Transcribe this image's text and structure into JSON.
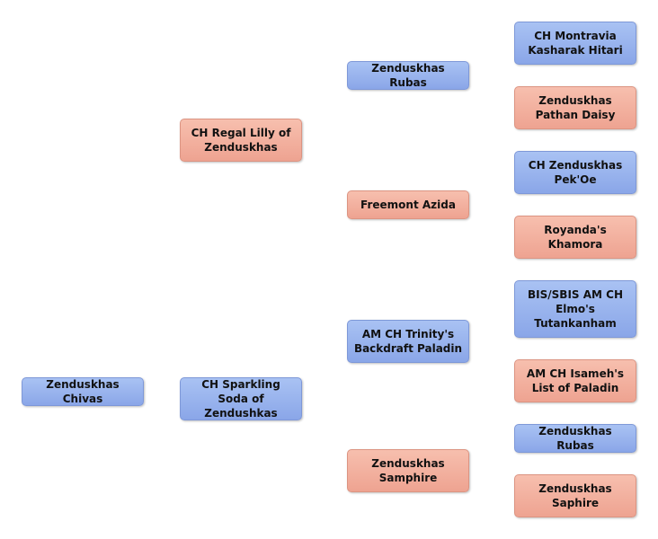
{
  "pedigree": {
    "subject": {
      "name": "Zenduskhas Chivas",
      "sex": "male"
    },
    "dam": {
      "name": "CH Regal Lilly of Zenduskhas",
      "sex": "female"
    },
    "sire": {
      "name": "CH Sparkling Soda of Zendushkas",
      "sex": "male"
    },
    "dam_sire": {
      "name": "Zenduskhas Rubas",
      "sex": "male"
    },
    "dam_dam": {
      "name": "Freemont Azida",
      "sex": "female"
    },
    "sire_sire": {
      "name": "AM CH Trinity's Backdraft Paladin",
      "sex": "male"
    },
    "sire_dam": {
      "name": "Zenduskhas Samphire",
      "sex": "female"
    },
    "ggp": [
      {
        "name": "CH Montravia Kasharak Hitari",
        "sex": "male"
      },
      {
        "name": "Zenduskhas Pathan Daisy",
        "sex": "female"
      },
      {
        "name": "CH Zenduskhas Pek'Oe",
        "sex": "male"
      },
      {
        "name": "Royanda's Khamora",
        "sex": "female"
      },
      {
        "name": "BIS/SBIS AM CH Elmo's Tutankanham",
        "sex": "male"
      },
      {
        "name": "AM CH Isameh's List of Paladin",
        "sex": "female"
      },
      {
        "name": "Zenduskhas Rubas",
        "sex": "male"
      },
      {
        "name": "Zenduskhas Saphire",
        "sex": "female"
      }
    ]
  },
  "colors": {
    "male_fill": "#9bb4ee",
    "female_fill": "#f3b2a0"
  }
}
